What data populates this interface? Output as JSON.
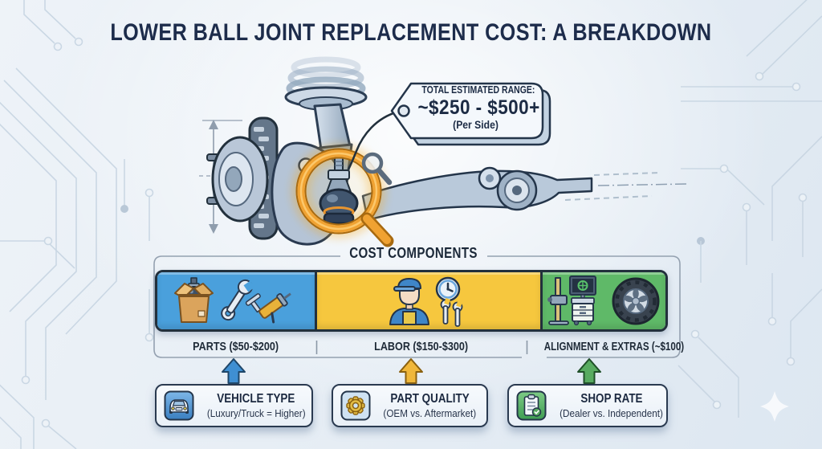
{
  "title": "LOWER BALL JOINT REPLACEMENT COST: A BREAKDOWN",
  "price_tag": {
    "line1": "TOTAL ESTIMATED RANGE:",
    "line2": "~$250 - $500+",
    "line3": "(Per Side)"
  },
  "cost_components": {
    "heading": "COST COMPONENTS",
    "segments": [
      {
        "name": "parts",
        "label": "PARTS ($50-$200)",
        "color": "#4aa0dc",
        "width_pct": 31.0,
        "icons": [
          "ball-joint-box-icon",
          "wrench-icon",
          "grease-gun-icon"
        ]
      },
      {
        "name": "labor",
        "label": "LABOR ($150-$300)",
        "color": "#f6c73e",
        "width_pct": 44.5,
        "icons": [
          "mechanic-icon",
          "clock-icon",
          "hand-wrenches-icon"
        ]
      },
      {
        "name": "alignment",
        "label": "ALIGNMENT & EXTRAS (~$100)",
        "color": "#5fb968",
        "width_pct": 24.5,
        "icons": [
          "alignment-machine-icon",
          "tire-icon"
        ]
      }
    ]
  },
  "factors": [
    {
      "name": "vehicle-type",
      "title": "VEHICLE TYPE",
      "subtitle": "(Luxury/Truck = Higher)",
      "icon": "car-icon",
      "arrow_color": "#3f8fd2"
    },
    {
      "name": "part-quality",
      "title": "PART QUALITY",
      "subtitle": "(OEM vs. Aftermarket)",
      "icon": "gear-icon",
      "arrow_color": "#f0b73a"
    },
    {
      "name": "shop-rate",
      "title": "SHOP RATE",
      "subtitle": "(Dealer vs. Independent)",
      "icon": "checklist-icon",
      "arrow_color": "#58ab60"
    }
  ],
  "colors": {
    "title_text": "#1d2c4b",
    "parts_blue": "#4aa0dc",
    "labor_yellow": "#f6c73e",
    "alignment_green": "#5fb968",
    "outline_navy": "#22303c",
    "magnifier_orange": "#f09a2e",
    "background": "#e7eef5"
  }
}
